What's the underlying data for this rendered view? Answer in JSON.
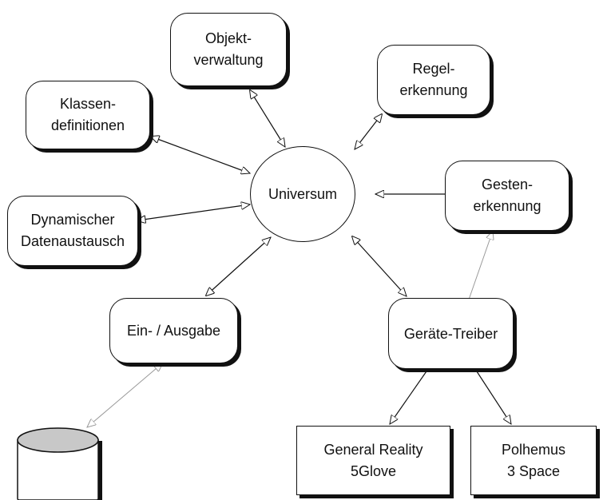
{
  "nodes": {
    "universum": "Universum",
    "objektverwaltung": "Objekt-\nverwaltung",
    "regelerkennung": "Regel-\nerkennung",
    "klassendefinitionen": "Klassen-\ndefinitionen",
    "datenaustausch": "Dynamischer\nDatenaustausch",
    "gestenerkennung": "Gesten-\nerkennung",
    "ein_ausgabe": "Ein- / Ausgabe",
    "geraete_treiber": "Geräte-Treiber",
    "general_reality": "General Reality\n5Glove",
    "polhemus": "Polhemus\n3 Space"
  },
  "colors": {
    "stroke": "#111111",
    "faint": "#999999",
    "fill": "#ffffff",
    "db_top": "#c8c8c8"
  },
  "icons": {
    "database": "database-icon"
  }
}
